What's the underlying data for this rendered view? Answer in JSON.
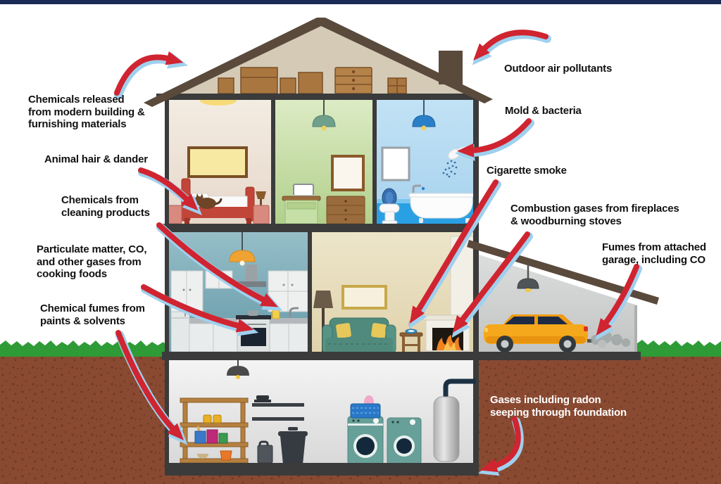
{
  "colors": {
    "top_bar": "#1b2a55",
    "arrow_red": "#d02430",
    "arrow_blue_edge": "#9fd0ee",
    "label_text": "#111111",
    "radon_label_text": "#ffffff",
    "grass": "#2e9b36",
    "soil": "#8a4a32",
    "roof": "#5a4a3c",
    "structure": "#3b3b3b"
  },
  "labels": {
    "building_materials": "Chemicals released\nfrom modern building &\nfurnishing materials",
    "animal_hair": "Animal hair & dander",
    "cleaning_products": "Chemicals from\ncleaning products",
    "cooking": "Particulate matter, CO,\nand other gases from\ncooking foods",
    "paints_solvents": "Chemical fumes from\npaints & solvents",
    "outdoor": "Outdoor air pollutants",
    "mold": "Mold & bacteria",
    "cigarette": "Cigarette smoke",
    "combustion": "Combustion gases from fireplaces\n& woodburning stoves",
    "garage_fumes": "Fumes from attached\ngarage, including CO",
    "radon": "Gases including radon\nseeping through foundation"
  }
}
